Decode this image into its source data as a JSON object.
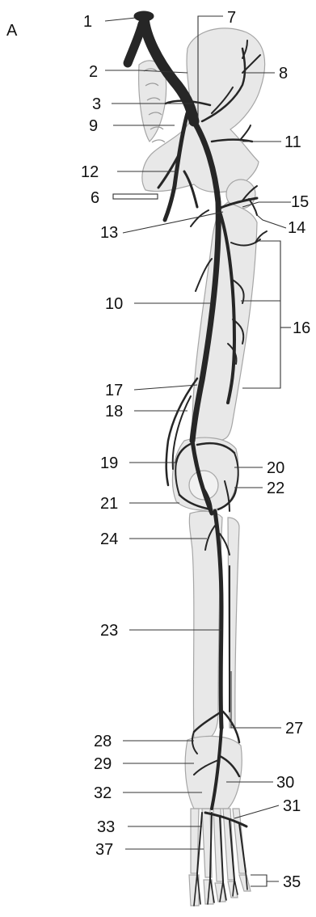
{
  "figure": {
    "panel_label": "A",
    "labels": [
      "1",
      "2",
      "3",
      "7",
      "8",
      "9",
      "11",
      "12",
      "6",
      "15",
      "13",
      "14",
      "10",
      "16",
      "17",
      "18",
      "19",
      "20",
      "21",
      "22",
      "24",
      "23",
      "27",
      "28",
      "29",
      "30",
      "32",
      "31",
      "33",
      "37",
      "35"
    ]
  },
  "colors": {
    "artery": "#262626",
    "bone_fill": "#e8e8e8",
    "bone_stroke": "#a6a6a6",
    "leader": "#333333"
  }
}
